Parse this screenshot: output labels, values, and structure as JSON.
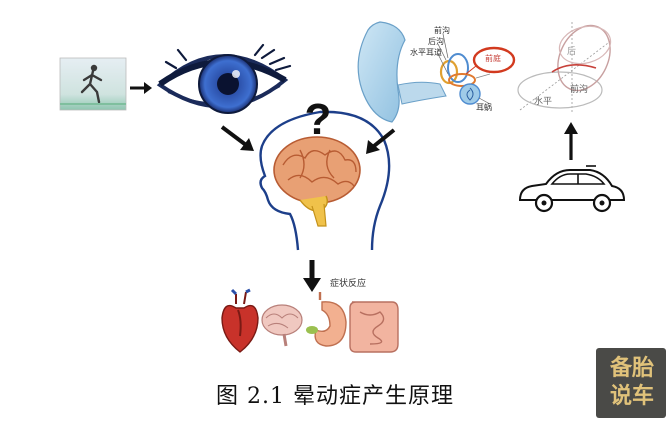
{
  "figure": {
    "caption": "图 2.1  晕动症产生原理",
    "symptom_label": "症状反应"
  },
  "ear_labels": {
    "front_canal": "前沟",
    "back_canal": "后沟",
    "horizontal_canal": "水平耳道",
    "vestibule": "前庭",
    "cochlea": "耳蜗"
  },
  "canal_diagram_labels": {
    "back": "后",
    "front": "前沟",
    "horizontal": "水平"
  },
  "watermark": {
    "line1": "备胎",
    "line2": "说车"
  },
  "colors": {
    "iris": "#2b4fa8",
    "brain": "#e8a074",
    "brainstem": "#f0c24a",
    "arrow": "#111111",
    "highlight_ring": "#d23a1f",
    "watermark_bg": "#4a4a47",
    "watermark_text": "#e0c27a"
  }
}
